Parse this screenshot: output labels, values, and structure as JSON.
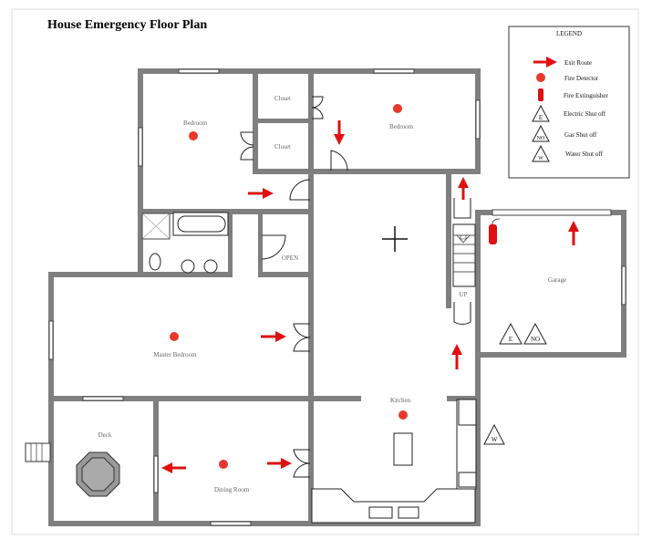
{
  "title": "House Emergency Floor Plan",
  "legend": {
    "heading": "LEGEND",
    "items": [
      {
        "icon": "exit-route-arrow",
        "label": "Exit Route"
      },
      {
        "icon": "fire-detector",
        "label": "Fire Detector"
      },
      {
        "icon": "fire-extinguisher",
        "label": "Fire Extinguisher"
      },
      {
        "icon": "electric-shutoff-triangle",
        "label": "Electric Shut off",
        "symbol": "E"
      },
      {
        "icon": "gas-shutoff-triangle",
        "label": "Gas Shut off",
        "symbol": "NO"
      },
      {
        "icon": "water-shutoff-triangle",
        "label": "Water Shut off",
        "symbol": "W"
      }
    ]
  },
  "rooms": {
    "bedroom_left": "Bedroom",
    "closet_top": "Closet",
    "closet_bottom": "Closet",
    "bedroom_right": "Bedroom",
    "open_closet": "OPEN",
    "master_bedroom": "Master Bedroom",
    "deck": "Deck",
    "dining_room": "Dining Room",
    "kitchen": "Kitchen",
    "garage": "Garage",
    "stairs": "UP"
  },
  "shutoffs": {
    "electric": "E",
    "gas": "NO",
    "water": "W"
  },
  "colors": {
    "exit": "#e01010",
    "detector": "#e8382a",
    "wall": "#7f7f7f"
  }
}
